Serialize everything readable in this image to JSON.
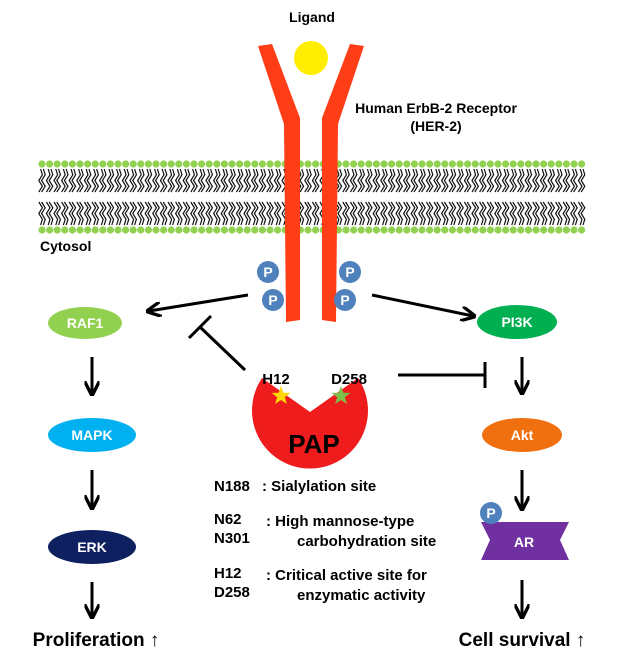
{
  "labels": {
    "ligand": "Ligand",
    "receptor_line1": "Human ErbB-2 Receptor",
    "receptor_line2": "(HER-2)",
    "cytosol": "Cytosol",
    "phospho": "P"
  },
  "left_pathway": {
    "raf1": "RAF1",
    "mapk": "MAPK",
    "erk": "ERK",
    "outcome": "Proliferation ↑"
  },
  "right_pathway": {
    "pi3k": "PI3K",
    "akt": "Akt",
    "ar": "AR",
    "outcome": "Cell survival ↑"
  },
  "pap": {
    "name": "PAP",
    "site_left": "H12",
    "site_right": "D258"
  },
  "legend": {
    "row1_code": "N188",
    "row1_desc": ": Sialylation site",
    "row2_code1": "N62",
    "row2_code2": "N301",
    "row2_desc1": ": High mannose-type",
    "row2_desc2": "carbohydration site",
    "row3_code1": "H12",
    "row3_code2": "D258",
    "row3_desc1": ": Critical active site for",
    "row3_desc2": "enzymatic activity"
  },
  "colors": {
    "receptor": "#ff3d16",
    "ligand": "#ffee00",
    "lipid_head": "#92d050",
    "phospho": "#4f81bd",
    "raf1": "#92d050",
    "mapk": "#00b0f0",
    "erk": "#0f2060",
    "pi3k": "#00b050",
    "akt": "#f07010",
    "ar": "#7030a0",
    "pap": "#ee1c1c",
    "star": "#ffd700",
    "star_green": "#7cc04a"
  },
  "icons": {
    "arrow": "arrow-icon",
    "inhibition": "inhibition-icon",
    "star": "star-icon"
  }
}
